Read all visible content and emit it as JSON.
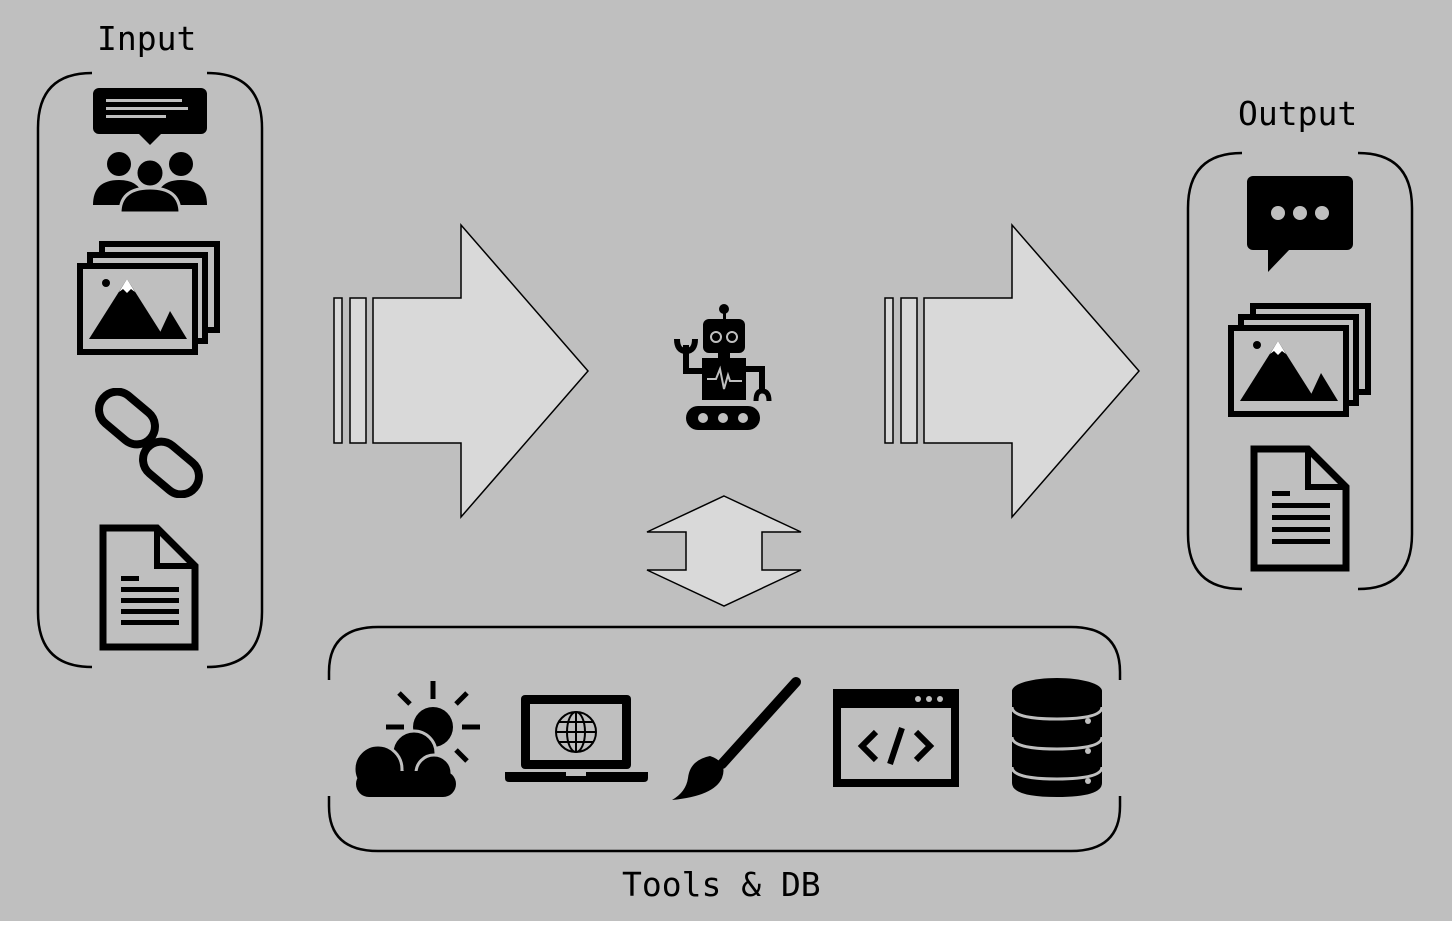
{
  "diagram": {
    "input_label": "Input",
    "output_label": "Output",
    "tools_label": "Tools & DB",
    "input_icons": [
      "group-chat-icon",
      "image-gallery-icon",
      "link-icon",
      "document-icon"
    ],
    "center_icon": "robot-icon",
    "output_icons": [
      "chat-bubble-icon",
      "image-gallery-icon",
      "document-icon"
    ],
    "tool_icons": [
      "weather-icon",
      "web-browser-laptop-icon",
      "paintbrush-icon",
      "code-window-icon",
      "database-icon"
    ],
    "colors": {
      "background": "#bfbfbf",
      "arrow_fill": "#d9d9d9",
      "ink": "#000000"
    }
  }
}
